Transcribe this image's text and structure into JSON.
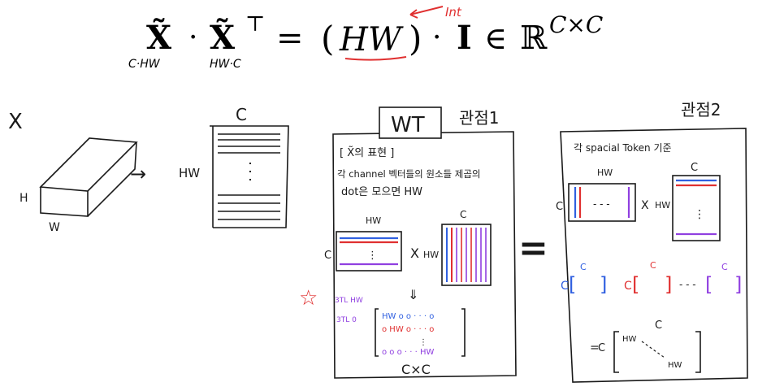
{
  "formula": {
    "lhs_left": "X̃",
    "dot": "·",
    "lhs_right": "X̃",
    "transpose": "⊤",
    "equals": "=",
    "paren_open": "(",
    "hw": "HW",
    "paren_close": ")",
    "identity": "I",
    "element_of": "∈",
    "reals": "ℝ",
    "exponent": "C×C",
    "sub_left": "C·HW",
    "sub_right": "HW·C",
    "annotation": "Int"
  },
  "left_sketch": {
    "x_label": "X",
    "h_label": "H",
    "w_label": "W",
    "arrow_glyph": "→",
    "matrix_col_label": "C",
    "matrix_row_label": "HW"
  },
  "wt_panel": {
    "title_box": "WT",
    "perspective": "관점1",
    "subtitle": "[ X̃의 표현 ]",
    "desc_line1": "각 channel 벡터들의 원소들 제곱의",
    "desc_line2": "dot은 모으면 HW",
    "mat_a_top": "HW",
    "mat_a_left": "C",
    "times": "X",
    "mat_b_top": "C",
    "mat_b_left": "HW",
    "down_arrow": "⇓",
    "annot_1": "3TL HW",
    "annot_2": "3TL 0",
    "row1": "HW o o · · · o",
    "row2": "o HW o · · · o",
    "row3": "o o o · · · HW",
    "vdots": "⋮",
    "result_label": "C×C",
    "star": "☆"
  },
  "equals_sign": "=",
  "panel2": {
    "title": "관점2",
    "subtitle": "각 spacial Token 기준",
    "mat_a_top": "HW",
    "mat_a_left": "C",
    "dots": "- - -",
    "times": "X",
    "mat_b_top": "C",
    "mat_b_left": "HW",
    "vdots": "⋮",
    "vec_c1": "C",
    "vec_c2": "C",
    "vec_c3": "C",
    "vec_prefix1": "C",
    "vec_prefix2": "C",
    "vec_mid": "- - -",
    "result_eq": "=",
    "result_left": "C",
    "result_top": "C",
    "result_d1": "HW",
    "result_d2": "HW"
  },
  "colors": {
    "ink": "#1a1a1a",
    "red": "#e03030",
    "blue": "#3060e0",
    "purple": "#9040e0"
  }
}
